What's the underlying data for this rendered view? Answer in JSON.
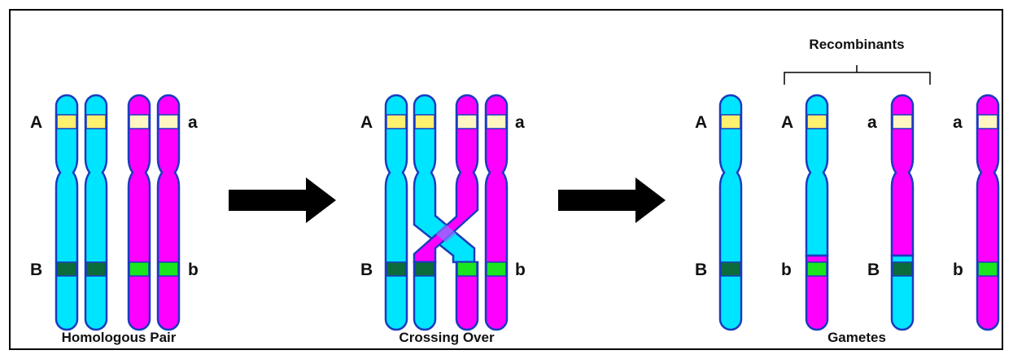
{
  "colors": {
    "maternal": "#00e5ff",
    "paternal": "#ff00ff",
    "outline": "#1a3bbf",
    "band_A": "#fff06e",
    "band_a": "#fff6c2",
    "band_B": "#0b6b3a",
    "band_b": "#19e61d",
    "arrow": "#000000"
  },
  "panels": {
    "homologous": {
      "caption": "Homologous Pair",
      "left_top": "A",
      "left_bottom": "B",
      "right_top": "a",
      "right_bottom": "b"
    },
    "crossing": {
      "caption": "Crossing Over",
      "left_top": "A",
      "left_bottom": "B",
      "right_top": "a",
      "right_bottom": "b"
    },
    "gametes": {
      "caption": "Gametes",
      "bracket_label": "Recombinants",
      "g1_top": "A",
      "g1_bottom": "B",
      "g2_top": "A",
      "g2_bottom": "b",
      "g3_top": "a",
      "g3_bottom": "B",
      "g4_top": "a",
      "g4_bottom": "b"
    }
  },
  "arrows": [
    "right-arrow",
    "right-arrow"
  ]
}
